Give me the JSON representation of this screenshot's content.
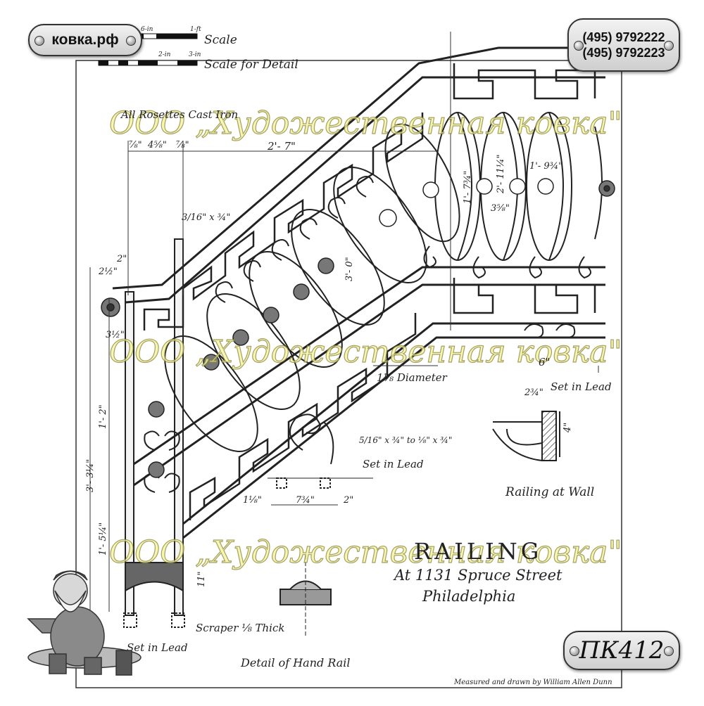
{
  "brand": {
    "site": "ковка.рф",
    "phone_1": "(495) 9792222",
    "phone_2": "(495) 9792223",
    "product_code": "ПК412"
  },
  "watermark": "ООО „Художественная ковка\"",
  "scale": {
    "label_1": "Scale",
    "label_2": "Scale for Detail",
    "t1": "6-in",
    "t2": "1-ft",
    "t3": "2-in",
    "t4": "3-in"
  },
  "notes": {
    "rosettes": "All Rosettes Cast Iron",
    "diameter": "1⅛ Diameter",
    "set_lead_1": "Set in Lead",
    "set_lead_2": "Set in Lead",
    "set_lead_3": "Set in Lead",
    "railing_wall": "Railing at Wall",
    "scraper": "Scraper ⅛ Thick",
    "detail_handrail": "Detail of Hand Rail",
    "credit": "Measured and drawn by William Allen Dunn"
  },
  "title": {
    "main": "RAILING",
    "line2": "At 1131 Spruce Street",
    "line3": "Philadelphia"
  },
  "dims": {
    "d_7_8a": "⅞\"",
    "d_4_5_8": "4⅝\"",
    "d_7_8b": "⅞\"",
    "d_2_7": "2'- 7\"",
    "d_2": "2\"",
    "d_2_1_2": "2½\"",
    "d_3_1_2": "3½\"",
    "d_1_2": "1'- 2\"",
    "d_3_3_1_4": "3'- 3¼\"",
    "d_1_5_1_4": "1'- 5¼\"",
    "d_11": "11\"",
    "d_3_0": "3'- 0\"",
    "d_1_9_3_4": "1'- 9¾\"",
    "d_2_11_1_4": "2'- 11¼\"",
    "d_1_7_3_4": "1'- 7¾\"",
    "d_3_5_8": "3⅝\"",
    "d_6": "6\"",
    "d_7_3_4": "7¾\"",
    "d_2b": "2\"",
    "d_1_1_8": "1⅛\"",
    "d_2_3_4": "2¾\"",
    "d_4": "4\"",
    "d_3_16x3_4": "3/16\" x ¾\"",
    "d_5_16": "5/16\" x ¾\" to ⅛\" x ¾\""
  }
}
